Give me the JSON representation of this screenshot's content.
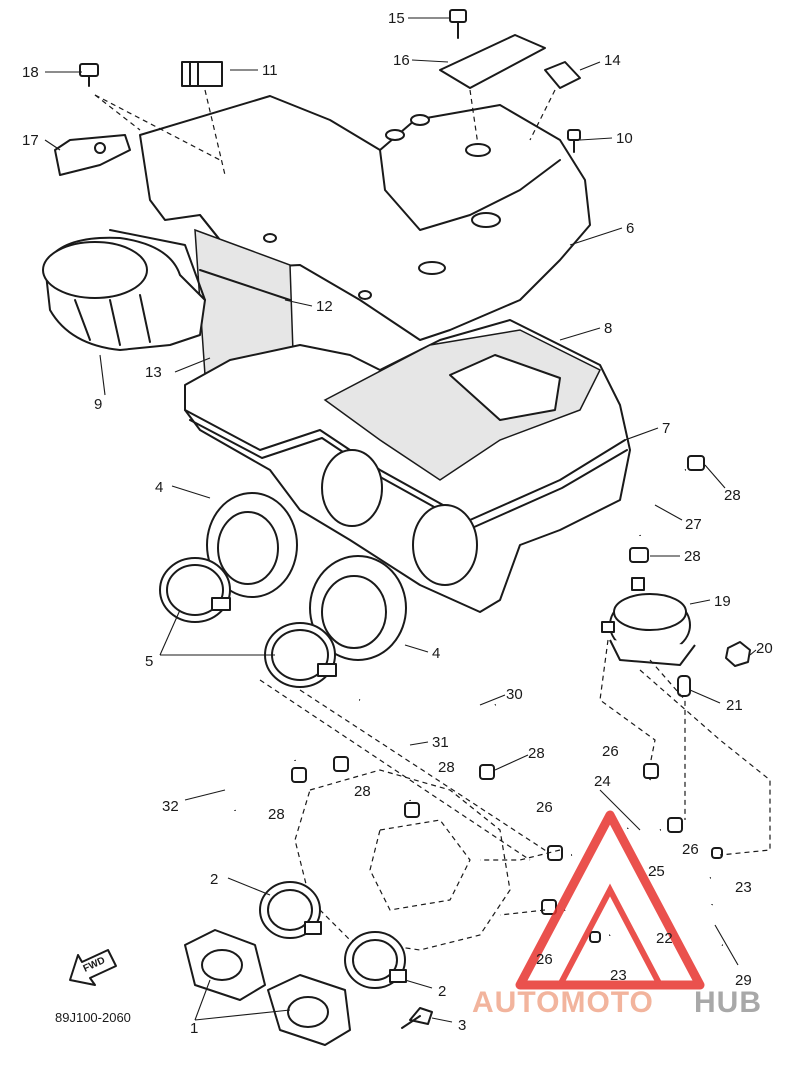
{
  "drawing_code": "89J100-2060",
  "direction_label": "FWD",
  "logo": {
    "left": "AUTOMOTO",
    "right": "HUB",
    "left_color": "#f0a88c",
    "right_color": "#9a9a9a",
    "mark_color": "#e7332f"
  },
  "callouts": [
    {
      "id": "c1",
      "text": "1"
    },
    {
      "id": "c2a",
      "text": "2"
    },
    {
      "id": "c2b",
      "text": "2"
    },
    {
      "id": "c3",
      "text": "3"
    },
    {
      "id": "c4a",
      "text": "4"
    },
    {
      "id": "c4b",
      "text": "4"
    },
    {
      "id": "c5",
      "text": "5"
    },
    {
      "id": "c6",
      "text": "6"
    },
    {
      "id": "c7",
      "text": "7"
    },
    {
      "id": "c8",
      "text": "8"
    },
    {
      "id": "c9",
      "text": "9"
    },
    {
      "id": "c10",
      "text": "10"
    },
    {
      "id": "c11",
      "text": "11"
    },
    {
      "id": "c12",
      "text": "12"
    },
    {
      "id": "c13",
      "text": "13"
    },
    {
      "id": "c14",
      "text": "14"
    },
    {
      "id": "c15",
      "text": "15"
    },
    {
      "id": "c16",
      "text": "16"
    },
    {
      "id": "c17",
      "text": "17"
    },
    {
      "id": "c18",
      "text": "18"
    },
    {
      "id": "c19",
      "text": "19"
    },
    {
      "id": "c20",
      "text": "20"
    },
    {
      "id": "c21",
      "text": "21"
    },
    {
      "id": "c22",
      "text": "22"
    },
    {
      "id": "c23a",
      "text": "23"
    },
    {
      "id": "c23b",
      "text": "23"
    },
    {
      "id": "c24",
      "text": "24"
    },
    {
      "id": "c25",
      "text": "25"
    },
    {
      "id": "c26a",
      "text": "26"
    },
    {
      "id": "c26b",
      "text": "26"
    },
    {
      "id": "c26c",
      "text": "26"
    },
    {
      "id": "c26d",
      "text": "26"
    },
    {
      "id": "c27",
      "text": "27"
    },
    {
      "id": "c28a",
      "text": "28"
    },
    {
      "id": "c28b",
      "text": "28"
    },
    {
      "id": "c28c",
      "text": "28"
    },
    {
      "id": "c28d",
      "text": "28"
    },
    {
      "id": "c28e",
      "text": "28"
    },
    {
      "id": "c28f",
      "text": "28"
    },
    {
      "id": "c29",
      "text": "29"
    },
    {
      "id": "c30",
      "text": "30"
    },
    {
      "id": "c31",
      "text": "31"
    },
    {
      "id": "c32",
      "text": "32"
    }
  ]
}
